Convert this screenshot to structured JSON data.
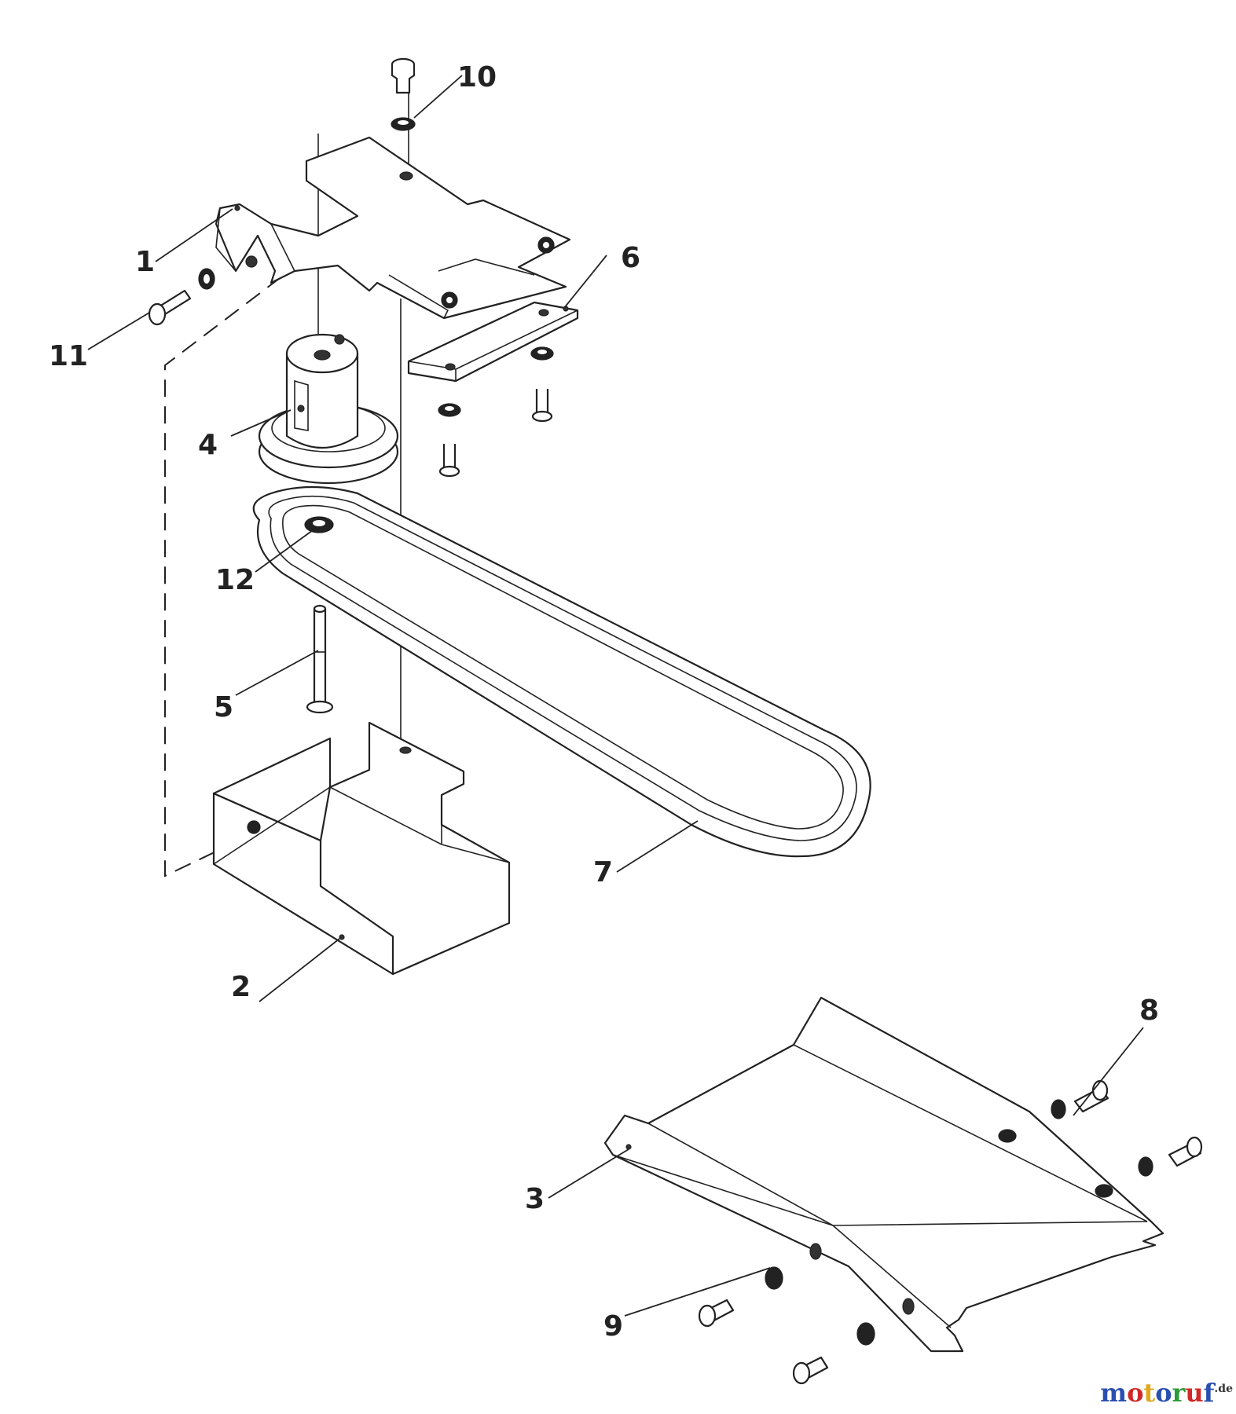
{
  "callouts": {
    "c1": "1",
    "c2": "2",
    "c3": "3",
    "c4": "4",
    "c5": "5",
    "c6": "6",
    "c7": "7",
    "c8": "8",
    "c9": "9",
    "c10": "10",
    "c11": "11",
    "c12": "12"
  },
  "watermark": {
    "letters": [
      "m",
      "o",
      "t",
      "o",
      "r",
      "u",
      "f"
    ],
    "colors": [
      "#2a4fb0",
      "#d02828",
      "#e0a81c",
      "#2a4fb0",
      "#2e9a3a",
      "#d02828",
      "#2a4fb0"
    ],
    "suffix": ".de"
  }
}
